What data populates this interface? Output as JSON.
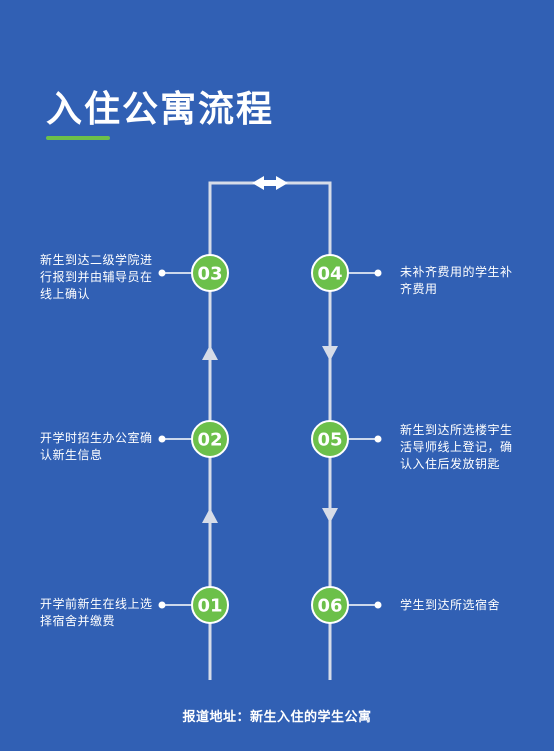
{
  "title": "入住公寓流程",
  "steps": [
    {
      "number": "01",
      "text": "开学前新生在线上选择宿舍并缴费"
    },
    {
      "number": "02",
      "text": "开学时招生办公室确认新生信息"
    },
    {
      "number": "03",
      "text": "新生到达二级学院进行报到并由辅导员在线上确认"
    },
    {
      "number": "04",
      "text": "未补齐费用的学生补齐费用"
    },
    {
      "number": "05",
      "text": "新生到达所选楼宇生活导师线上登记，确认入住后发放钥匙"
    },
    {
      "number": "06",
      "text": "学生到达所选宿舍"
    }
  ],
  "footer": "报道地址：新生入住的学生公寓",
  "colors": {
    "background": "#3160b4",
    "node": "#6cc04a",
    "line": "#d6dce8",
    "text": "#ffffff"
  }
}
